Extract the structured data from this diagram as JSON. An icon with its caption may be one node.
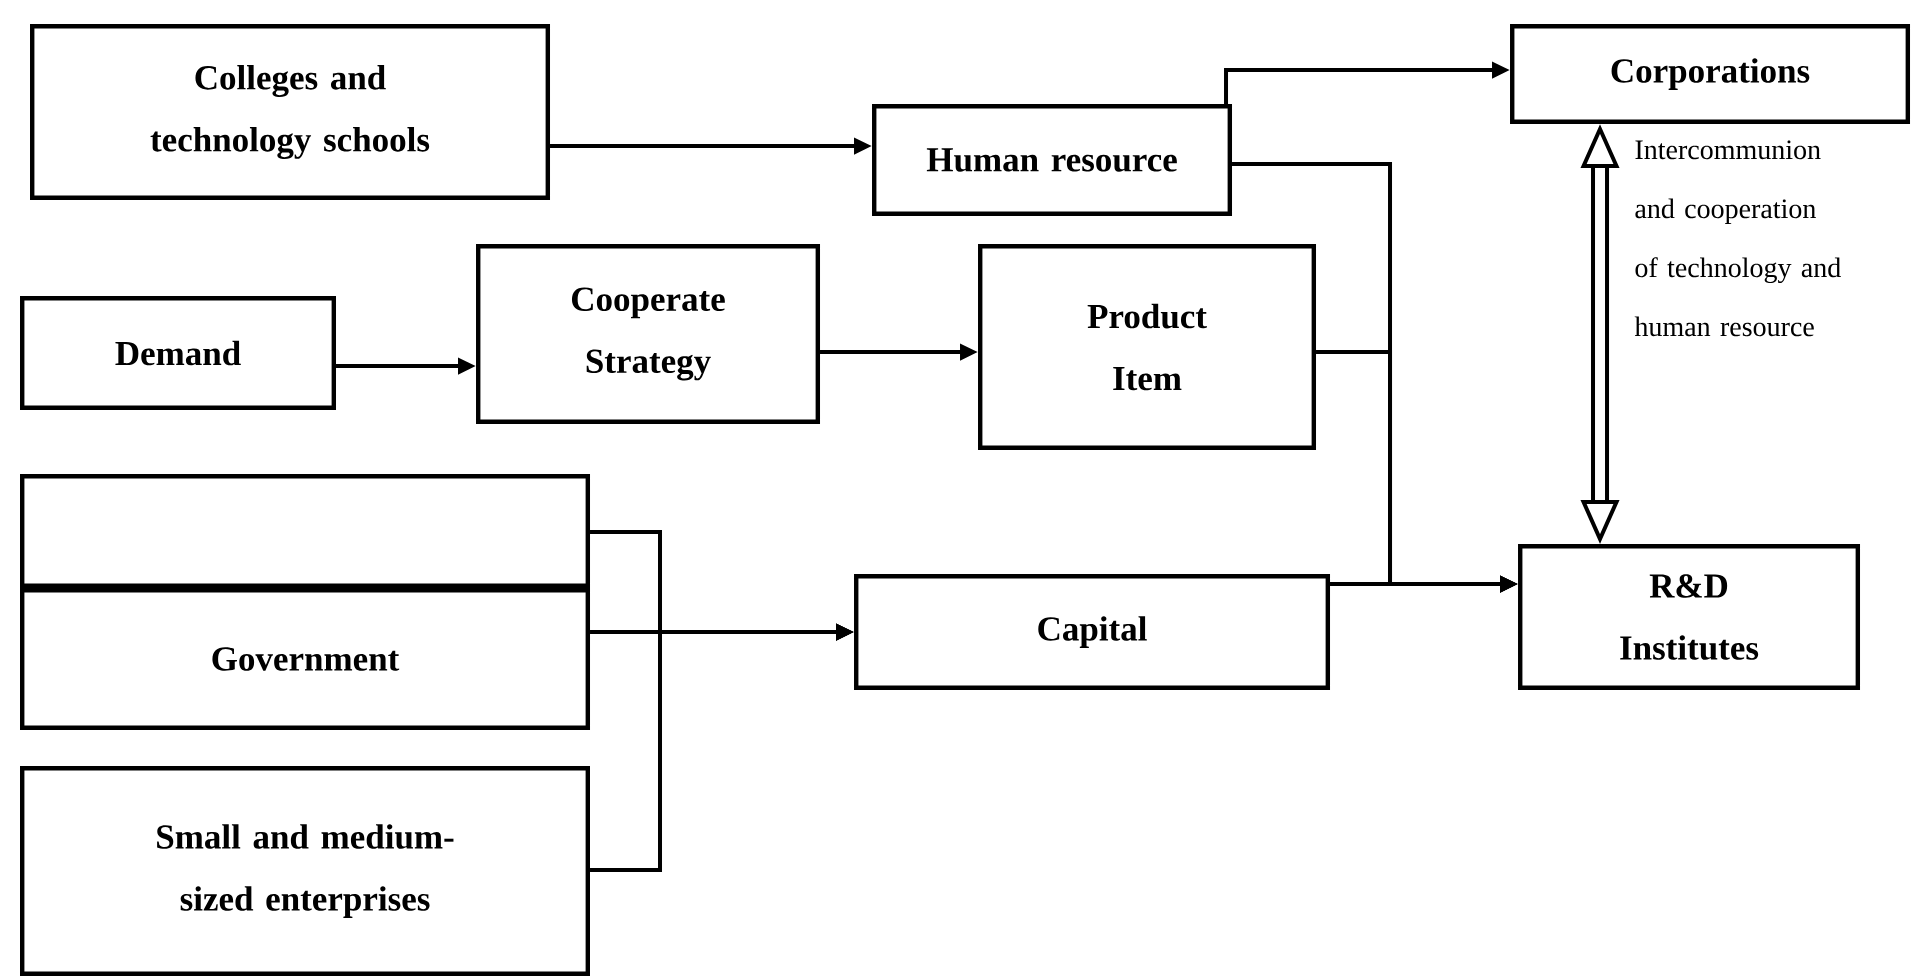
{
  "diagram": {
    "nodes": [
      {
        "text": [
          "Colleges and technology schools"
        ]
      },
      {
        "text": [
          "Human resource"
        ]
      },
      {
        "text": [
          "Corporations"
        ]
      },
      {
        "text": [
          "Demand"
        ]
      },
      {
        "text": [
          "Cooperate Strategy"
        ]
      },
      {
        "text": [
          "Product Item"
        ]
      },
      {
        "text": [],
        "shape": "box"
      },
      {
        "text": [
          "Government"
        ]
      },
      {
        "text": [
          "Small and medium-sized enterprises"
        ]
      },
      {
        "text": [
          "Capital"
        ]
      },
      {
        "text": [
          "R&D Institutes"
        ]
      }
    ],
    "edges": [
      {
        "from": 0,
        "to": 1,
        "arrow": "to"
      },
      {
        "from": 1,
        "to": 2,
        "arrow": "to"
      },
      {
        "from": 3,
        "to": 4,
        "arrow": "to"
      },
      {
        "from": 4,
        "to": 5,
        "arrow": "to"
      },
      {
        "from": 6,
        "to": 9,
        "arrow": "to"
      },
      {
        "from": 7,
        "to": 9,
        "arrow": "to"
      },
      {
        "from": 8,
        "to": 9,
        "arrow": "to"
      },
      {
        "from": 1,
        "to": 10,
        "arrow": "to"
      },
      {
        "from": 5,
        "to": 10,
        "arrow": "to"
      },
      {
        "from": 9,
        "to": 10,
        "arrow": "to"
      },
      {
        "from": 2,
        "to": 10,
        "arrow": "both",
        "label": "Intercommunion and cooperation of technology and human resource",
        "style": "thick"
      }
    ]
  }
}
